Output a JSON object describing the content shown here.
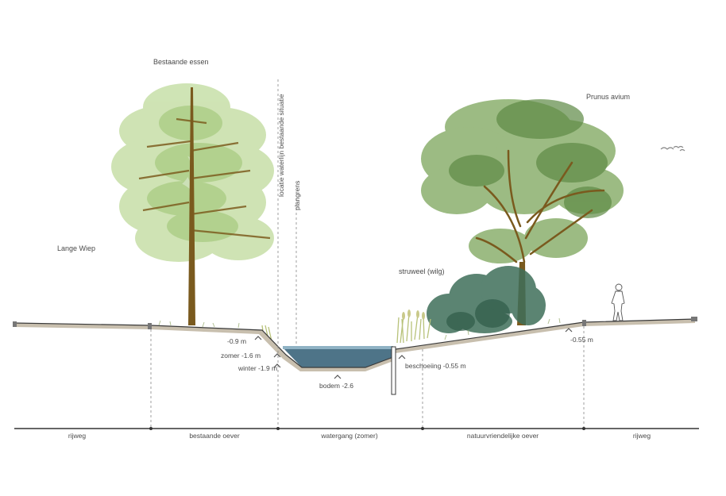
{
  "labels": {
    "tree_left": "Bestaande essen",
    "tree_right": "Prunus avium",
    "lange_wiep": "Lange Wiep",
    "waterline_existing": "locatie waterlijn bestaande situatie",
    "plangrens": "plangrens",
    "struweel": "struweel (wilg)"
  },
  "levels": {
    "minus_09": "-0.9 m",
    "zomer": "zomer -1.6 m",
    "winter": "winter -1.9 m",
    "bodem": "bodem -2.6",
    "beschoeiing": "beschoeiing -0.55 m",
    "minus_055": "-0.55 m"
  },
  "segments": [
    "rijweg",
    "bestaande oever",
    "watergang (zomer)",
    "natuurvriendelijke oever",
    "rijweg"
  ],
  "colors": {
    "ground": "#c8bfae",
    "water": "#4e7488",
    "water_top": "#8fb2c4",
    "tree_light": "#a9c97a",
    "tree_mid": "#7fa55a",
    "tree_dark": "#5e8a45",
    "trunk": "#7a5a1e",
    "shrub": "#3f6f5a"
  }
}
